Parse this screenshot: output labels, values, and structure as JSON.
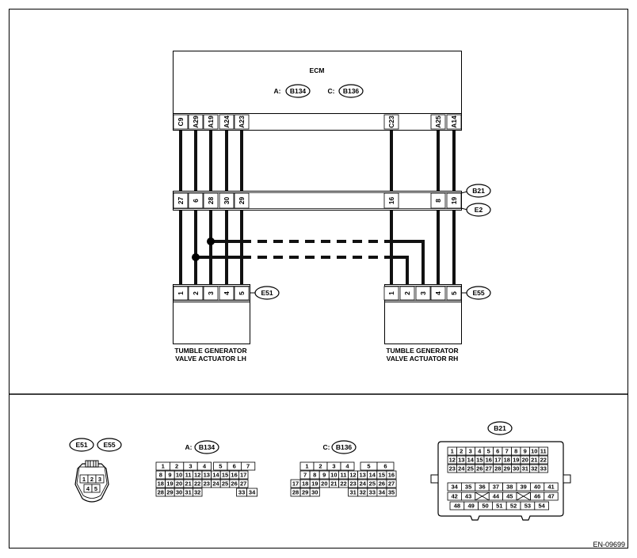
{
  "ecm": {
    "title": "ECM",
    "conn_a_prefix": "A:",
    "conn_a": "B134",
    "conn_c_prefix": "C:",
    "conn_c": "B136",
    "pins": [
      "C9",
      "A29",
      "A19",
      "A24",
      "A23",
      "C23",
      "A25",
      "A14"
    ]
  },
  "joint": {
    "pins": [
      "27",
      "6",
      "28",
      "30",
      "29",
      "16",
      "8",
      "19"
    ],
    "label_top": "B21",
    "label_bottom": "E2"
  },
  "lh": {
    "connector": "E51",
    "pins": [
      "1",
      "2",
      "3",
      "4",
      "5"
    ],
    "name_line1": "TUMBLE GENERATOR",
    "name_line2": "VALVE ACTUATOR LH"
  },
  "rh": {
    "connector": "E55",
    "pins": [
      "1",
      "2",
      "3",
      "4",
      "5"
    ],
    "name_line1": "TUMBLE GENERATOR",
    "name_line2": "VALVE ACTUATOR RH"
  },
  "views": {
    "e_pair_left": "E51",
    "e_pair_right": "E55",
    "e_pins_top": [
      "1",
      "2",
      "3"
    ],
    "e_pins_bottom": [
      "4",
      "5"
    ],
    "a_prefix": "A:",
    "a_label": "B134",
    "a_rows": [
      [
        "1",
        "2",
        "3",
        "4",
        "5",
        "6",
        "7"
      ],
      [
        "8",
        "9",
        "10",
        "11",
        "12",
        "13",
        "14",
        "15",
        "16",
        "17"
      ],
      [
        "18",
        "19",
        "20",
        "21",
        "22",
        "23",
        "24",
        "25",
        "26",
        "27"
      ],
      [
        "28",
        "29",
        "30",
        "31",
        "32",
        "33",
        "34"
      ]
    ],
    "c_prefix": "C:",
    "c_label": "B136",
    "c_rows": [
      [
        "1",
        "2",
        "3",
        "4",
        "5",
        "6"
      ],
      [
        "7",
        "8",
        "9",
        "10",
        "11",
        "12",
        "13",
        "14",
        "15",
        "16"
      ],
      [
        "17",
        "18",
        "19",
        "20",
        "21",
        "22",
        "23",
        "24",
        "25",
        "26",
        "27"
      ],
      [
        "28",
        "29",
        "30",
        "31",
        "32",
        "33",
        "34",
        "35"
      ]
    ],
    "b21_label": "B21",
    "b21_rows": [
      [
        "1",
        "2",
        "3",
        "4",
        "5",
        "6",
        "7",
        "8",
        "9",
        "10",
        "11"
      ],
      [
        "12",
        "13",
        "14",
        "15",
        "16",
        "17",
        "18",
        "19",
        "20",
        "21",
        "22"
      ],
      [
        "23",
        "24",
        "25",
        "26",
        "27",
        "28",
        "29",
        "30",
        "31",
        "32",
        "33"
      ],
      [
        "34",
        "35",
        "36",
        "37",
        "38",
        "39",
        "40",
        "41"
      ],
      [
        "42",
        "43",
        "44",
        "45",
        "46",
        "47"
      ],
      [
        "48",
        "49",
        "50",
        "51",
        "52",
        "53",
        "54"
      ]
    ]
  },
  "figure_code": "EN-09699"
}
